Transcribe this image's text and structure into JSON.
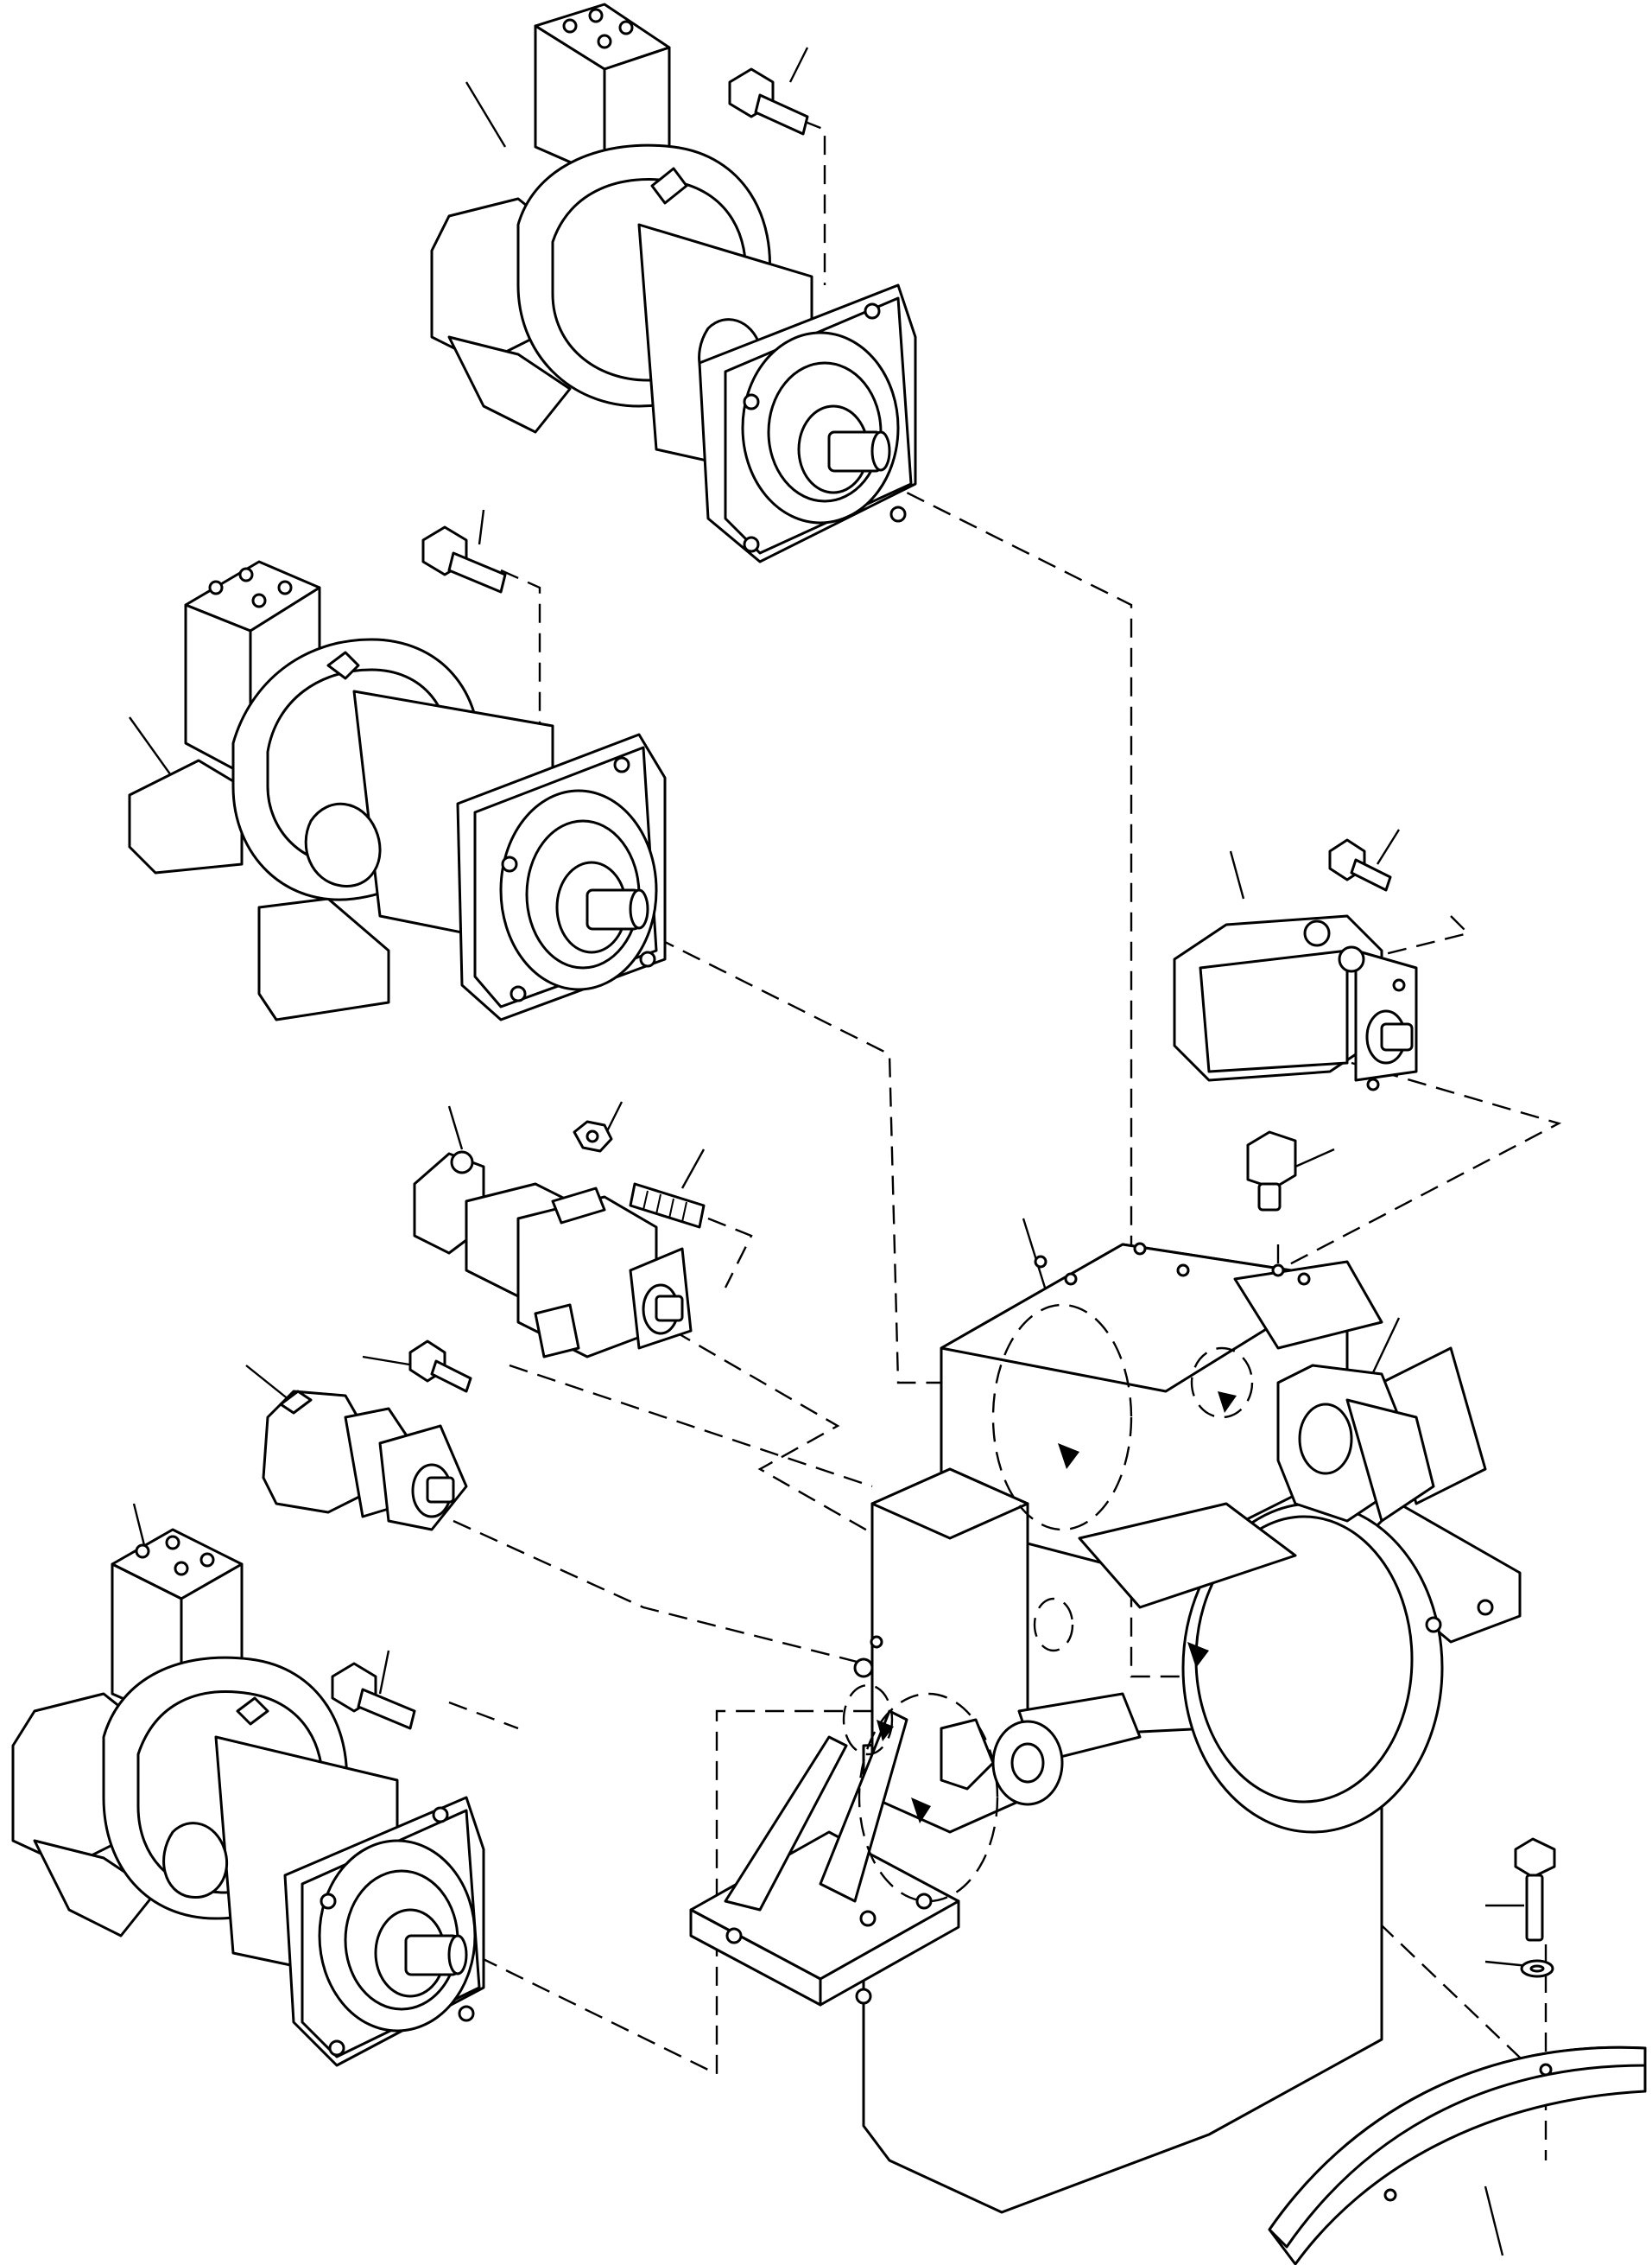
{
  "diagram": {
    "title": "",
    "kind": "exploded parts illustration (hydraulic pumps on pump drive gearbox)",
    "labels": [],
    "parts": [
      "pump-upper-axial-piston",
      "pump-middle-axial-piston",
      "pump-lower-axial-piston",
      "gear-pump-right",
      "tandem-gear-pump",
      "small-gear-pump",
      "pump-drive-gearbox",
      "ventilation-screen",
      "breather",
      "bolts",
      "nut",
      "stud",
      "washer"
    ],
    "colors": {
      "ink": "#000000",
      "paper": "#ffffff"
    }
  }
}
